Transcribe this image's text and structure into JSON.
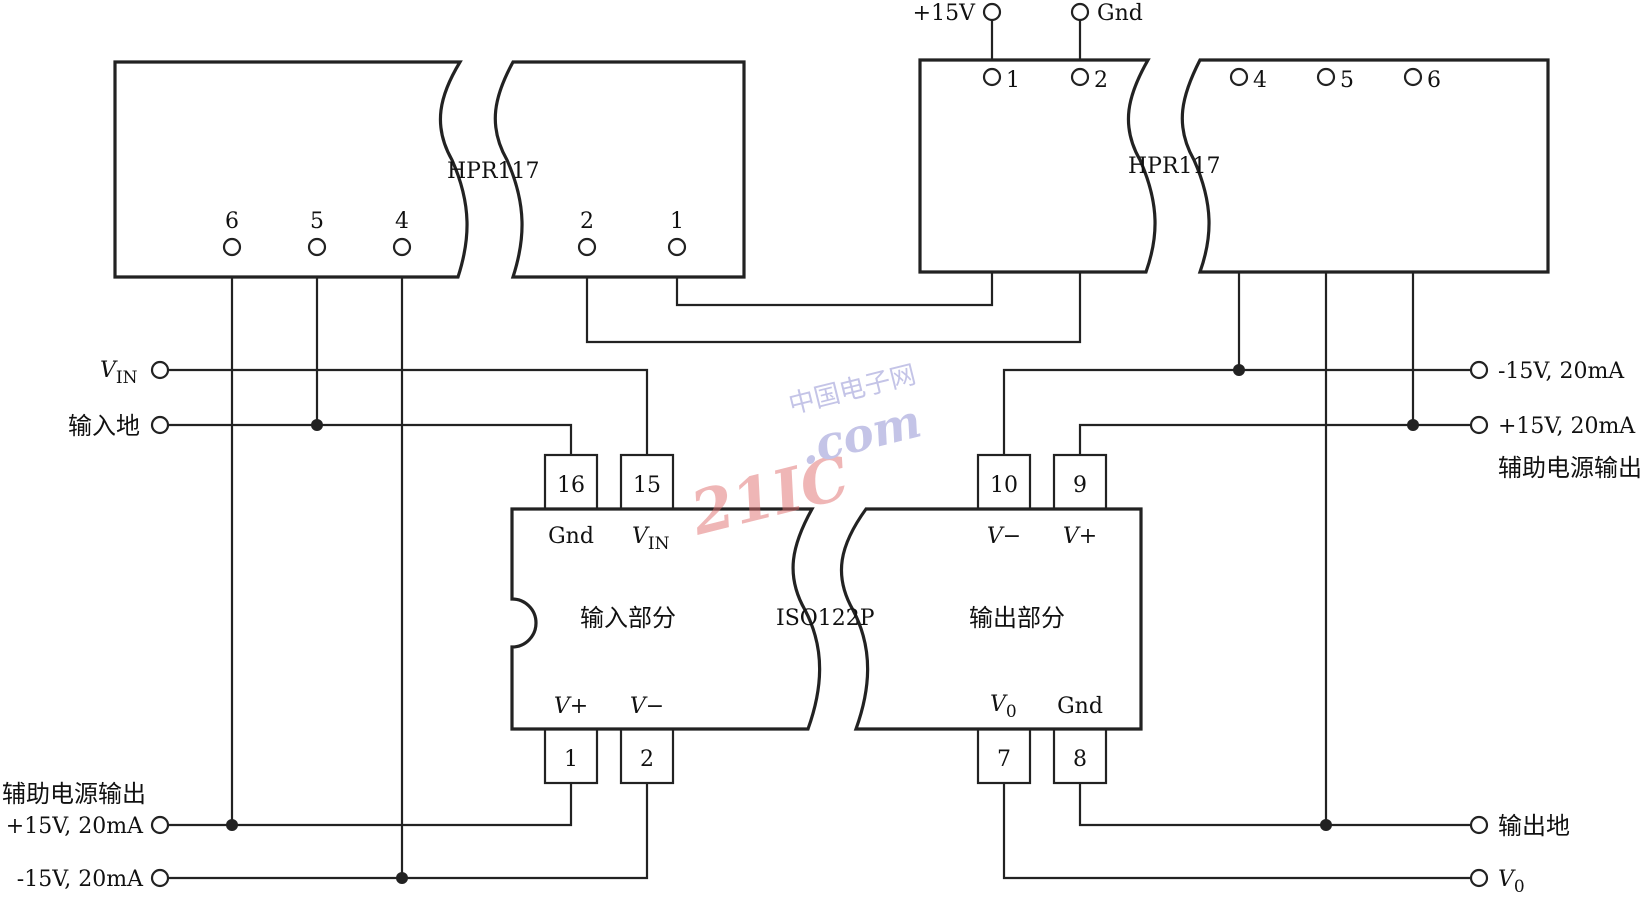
{
  "hpr_left": {
    "label": "HPR117",
    "pins": [
      "6",
      "5",
      "4",
      "2",
      "1"
    ]
  },
  "hpr_right": {
    "label": "HPR117",
    "pins": [
      "1",
      "2",
      "4",
      "5",
      "6"
    ],
    "supply_plus": "+15V",
    "supply_gnd": "Gnd"
  },
  "iso": {
    "label": "ISO122P",
    "input_section": "输入部分",
    "output_section": "输出部分",
    "top_pins": [
      "16",
      "15",
      "10",
      "9"
    ],
    "bottom_pins": [
      "1",
      "2",
      "7",
      "8"
    ],
    "pin_gnd_in": "Gnd",
    "pin_vin_base": "V",
    "pin_vin_sub": "IN",
    "pin_vminus_out": "V−",
    "pin_vplus_out": "V+",
    "pin_vplus_in": "V+",
    "pin_vminus_in": "V−",
    "pin_vo_base": "V",
    "pin_vo_sub": "0",
    "pin_gnd_out": "Gnd"
  },
  "left_terminals": {
    "vin_base": "V",
    "vin_sub": "IN",
    "input_ground": "输入地",
    "aux_title": "辅助电源输出",
    "plus15": "+15V, 20mA",
    "minus15": "-15V, 20mA"
  },
  "right_terminals": {
    "minus15": "-15V, 20mA",
    "plus15": "+15V, 20mA",
    "aux_title": "辅助电源输出",
    "output_ground": "输出地",
    "vo_base": "V",
    "vo_sub": "0"
  },
  "watermark": {
    "text_21ic": "21IC",
    "text_cn": "中国电子网",
    "text_com": ".com"
  }
}
